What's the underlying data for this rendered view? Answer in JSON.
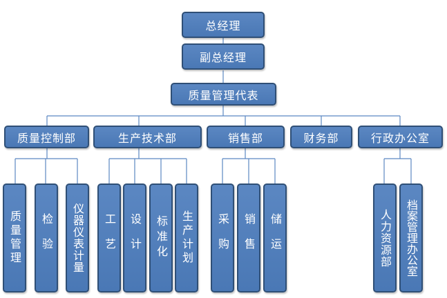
{
  "org": {
    "top": "总经理",
    "deputy": "副总经理",
    "quality_rep": "质量管理代表",
    "departments": [
      {
        "label": "质量控制部",
        "children": [
          "质量管理",
          "检验",
          "仪器仪表计量"
        ]
      },
      {
        "label": "生产技术部",
        "children": [
          "工艺",
          "设计",
          "标准化",
          "生产计划"
        ]
      },
      {
        "label": "销售部",
        "children": [
          "采购",
          "销售",
          "储运"
        ]
      },
      {
        "label": "财务部",
        "children": []
      },
      {
        "label": "行政办公室",
        "children": [
          "人力资源部",
          "档案管理办公室"
        ]
      }
    ]
  },
  "colors": {
    "box_fill": "#4f7dba",
    "box_border": "#2f4f76",
    "connector": "#5b87c2",
    "text": "#ffffff"
  }
}
